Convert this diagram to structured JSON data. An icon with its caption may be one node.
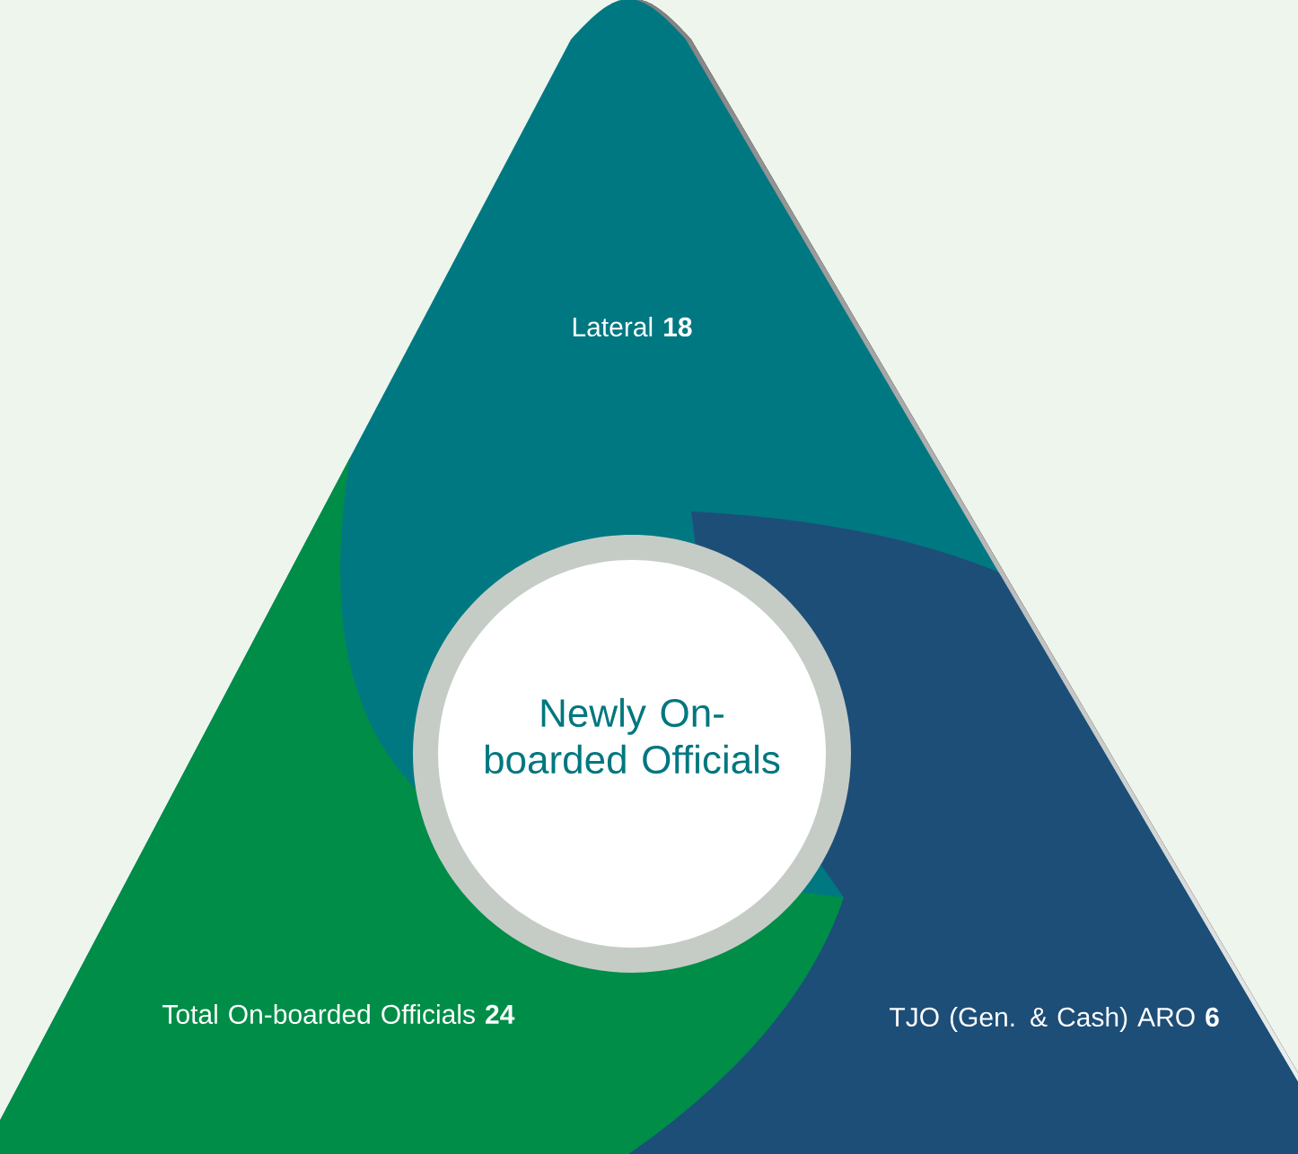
{
  "diagram": {
    "nodes": [
      {
        "text": [
          "Lateral **18**"
        ]
      },
      {
        "text": [
          "Newly On-boarded Officials"
        ]
      },
      {
        "text": [
          "Total On-boarded Officials **24**"
        ]
      },
      {
        "text": [
          "TJO (Gen. & Cash) ARO **6**"
        ]
      }
    ]
  }
}
